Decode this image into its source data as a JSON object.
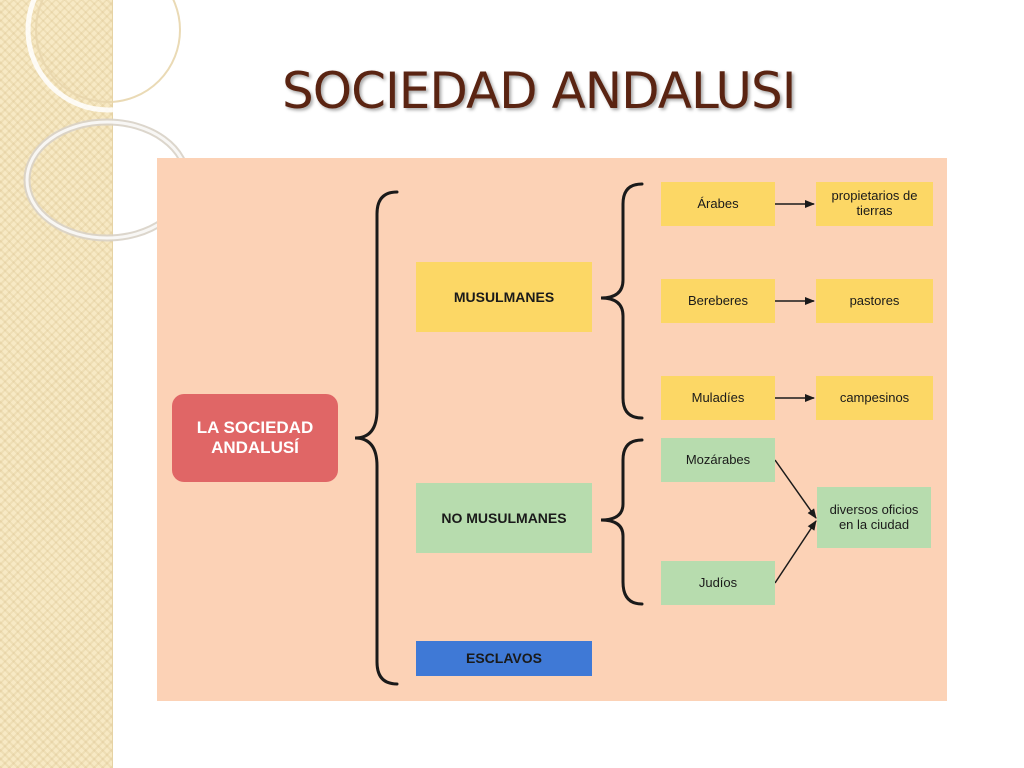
{
  "slide": {
    "title": "SOCIEDAD ANDALUSI"
  },
  "diagram": {
    "root": "LA SOCIEDAD ANDALUSÍ",
    "groups": {
      "muslims": "MUSULMANES",
      "non_muslims": "NO MUSULMANES",
      "slaves": "ESCLAVOS"
    },
    "muslim_subgroups": [
      {
        "name": "Árabes",
        "role": "propietarios de tierras"
      },
      {
        "name": "Bereberes",
        "role": "pastores"
      },
      {
        "name": "Muladíes",
        "role": "campesinos"
      }
    ],
    "non_muslim_subgroups": [
      {
        "name": "Mozárabes"
      },
      {
        "name": "Judíos"
      }
    ],
    "non_muslim_role": "diversos oficios en la ciudad"
  },
  "colors": {
    "panel": "#fcd2b6",
    "root": "#e06666",
    "muslim": "#fcd765",
    "non_muslim": "#b7dcae",
    "slave": "#3f79d6",
    "title": "#5a2412"
  }
}
